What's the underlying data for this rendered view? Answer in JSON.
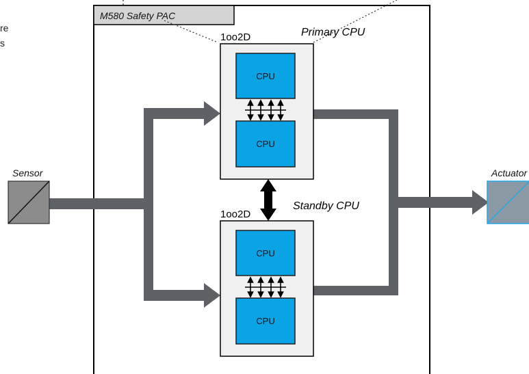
{
  "diagram": {
    "partial_left_text": [
      "re",
      "s"
    ],
    "pac_title": "M580 Safety PAC",
    "primary": {
      "title": "Primary CPU",
      "tag": "1oo2D",
      "cpu_top": "CPU",
      "cpu_bottom": "CPU"
    },
    "standby": {
      "title": "Standby CPU",
      "tag": "1oo2D",
      "cpu_top": "CPU",
      "cpu_bottom": "CPU"
    },
    "sensor_label": "Sensor",
    "actuator_label": "Actuator"
  },
  "colors": {
    "cpu_fill": "#0aa3e6",
    "cpu_stroke": "#1f1f1f",
    "module_fill": "#f0f0f0",
    "flow_arrow": "#5e6266",
    "sensor_fill": "#8c8c8c",
    "actuator_fill": "#8c9aa6",
    "actuator_stroke": "#20a8e8",
    "pac_tab_fill": "#d4d4d4"
  }
}
